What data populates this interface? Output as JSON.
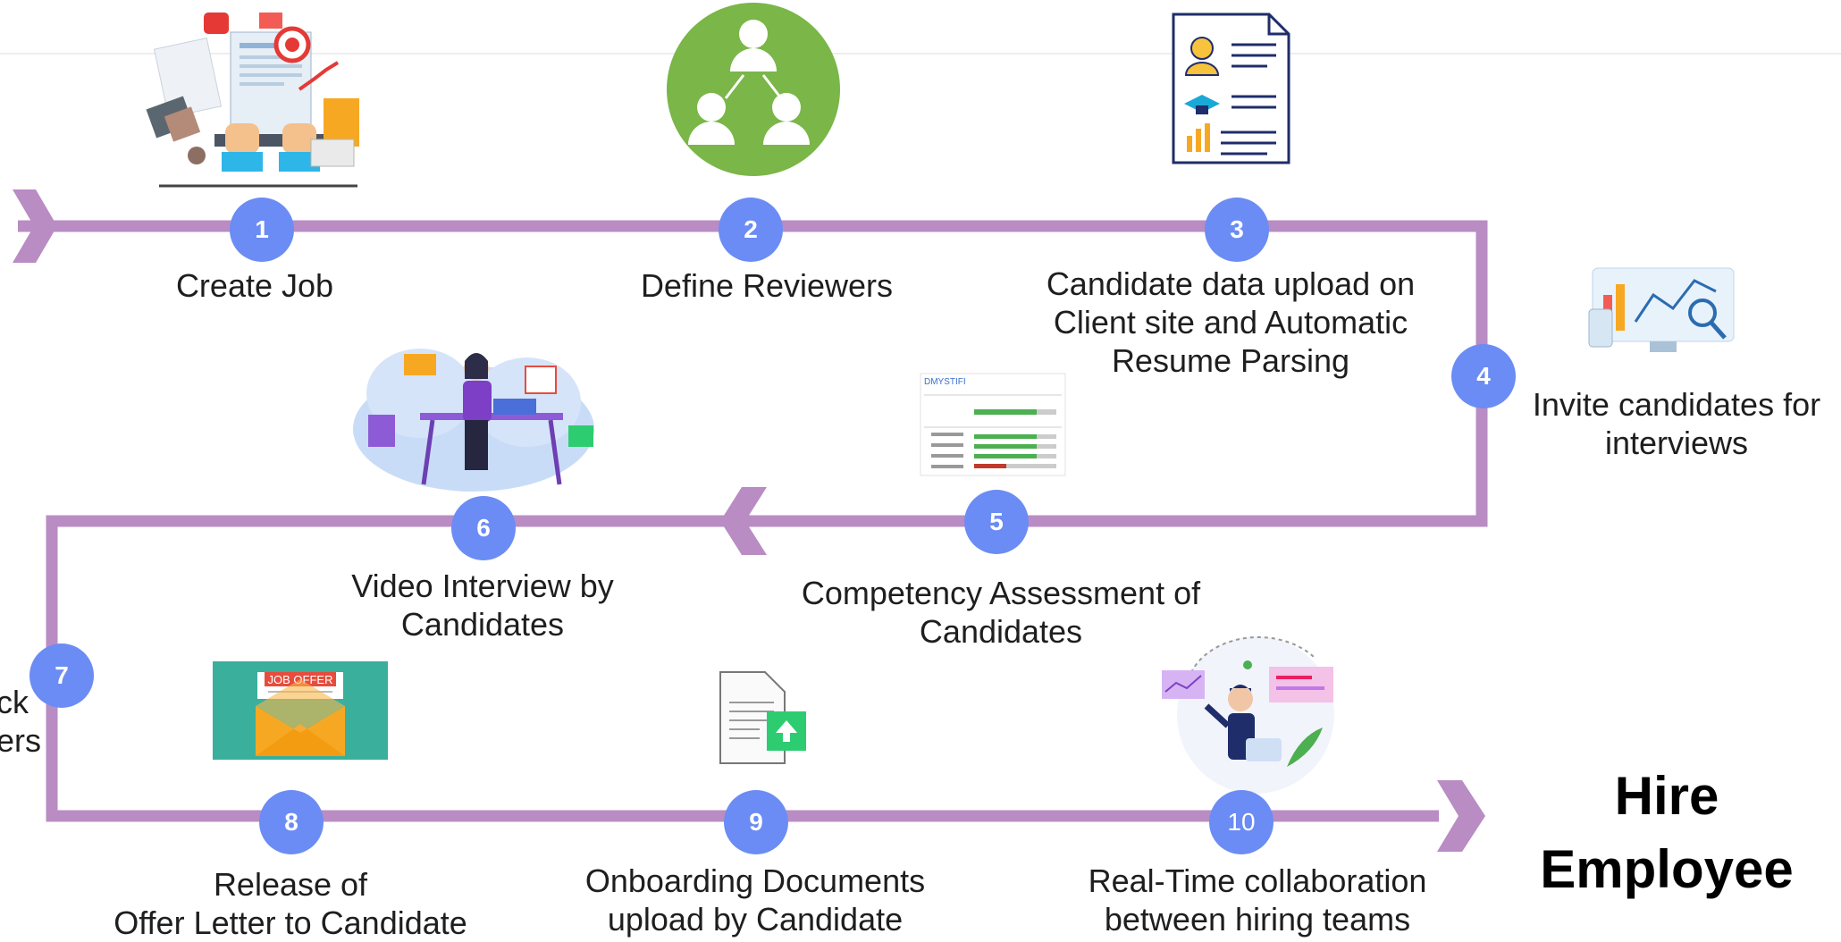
{
  "steps": [
    {
      "number": "1",
      "label_lines": [
        "Create Job"
      ],
      "icon": "laptop-desk-icon"
    },
    {
      "number": "2",
      "label_lines": [
        "Define Reviewers"
      ],
      "icon": "org-hierarchy-icon"
    },
    {
      "number": "3",
      "label_lines": [
        "Candidate data upload on",
        "Client site and Automatic",
        "Resume Parsing"
      ],
      "icon": "resume-document-icon"
    },
    {
      "number": "4",
      "label_lines": [
        "Invite candidates for",
        "interviews"
      ],
      "icon": "analytics-dashboard-icon"
    },
    {
      "number": "5",
      "label_lines": [
        "Competency Assessment of",
        "Candidates"
      ],
      "icon": "competency-report-icon"
    },
    {
      "number": "6",
      "label_lines": [
        "Video Interview by",
        "Candidates"
      ],
      "icon": "video-interview-desk-icon"
    },
    {
      "number": "7",
      "label_lines": [
        "ck",
        "ers"
      ],
      "icon": ""
    },
    {
      "number": "8",
      "label_lines": [
        "Release of",
        "Offer Letter to Candidate"
      ],
      "icon": "job-offer-envelope-icon"
    },
    {
      "number": "9",
      "label_lines": [
        "Onboarding Documents",
        "upload by Candidate"
      ],
      "icon": "document-upload-icon"
    },
    {
      "number": "10",
      "label_lines": [
        "Real-Time collaboration",
        "between hiring teams"
      ],
      "icon": "team-collaboration-icon"
    }
  ],
  "final": {
    "line1": "Hire",
    "line2": "Employee"
  },
  "report_brand": "DMYSTIFI",
  "offer_banner": "JOB OFFER",
  "colors": {
    "path": "#b98cc4",
    "badge": "#6b8cf4",
    "green": "#7ab648",
    "navy": "#1f2d6b",
    "text": "#1e1e1e"
  }
}
